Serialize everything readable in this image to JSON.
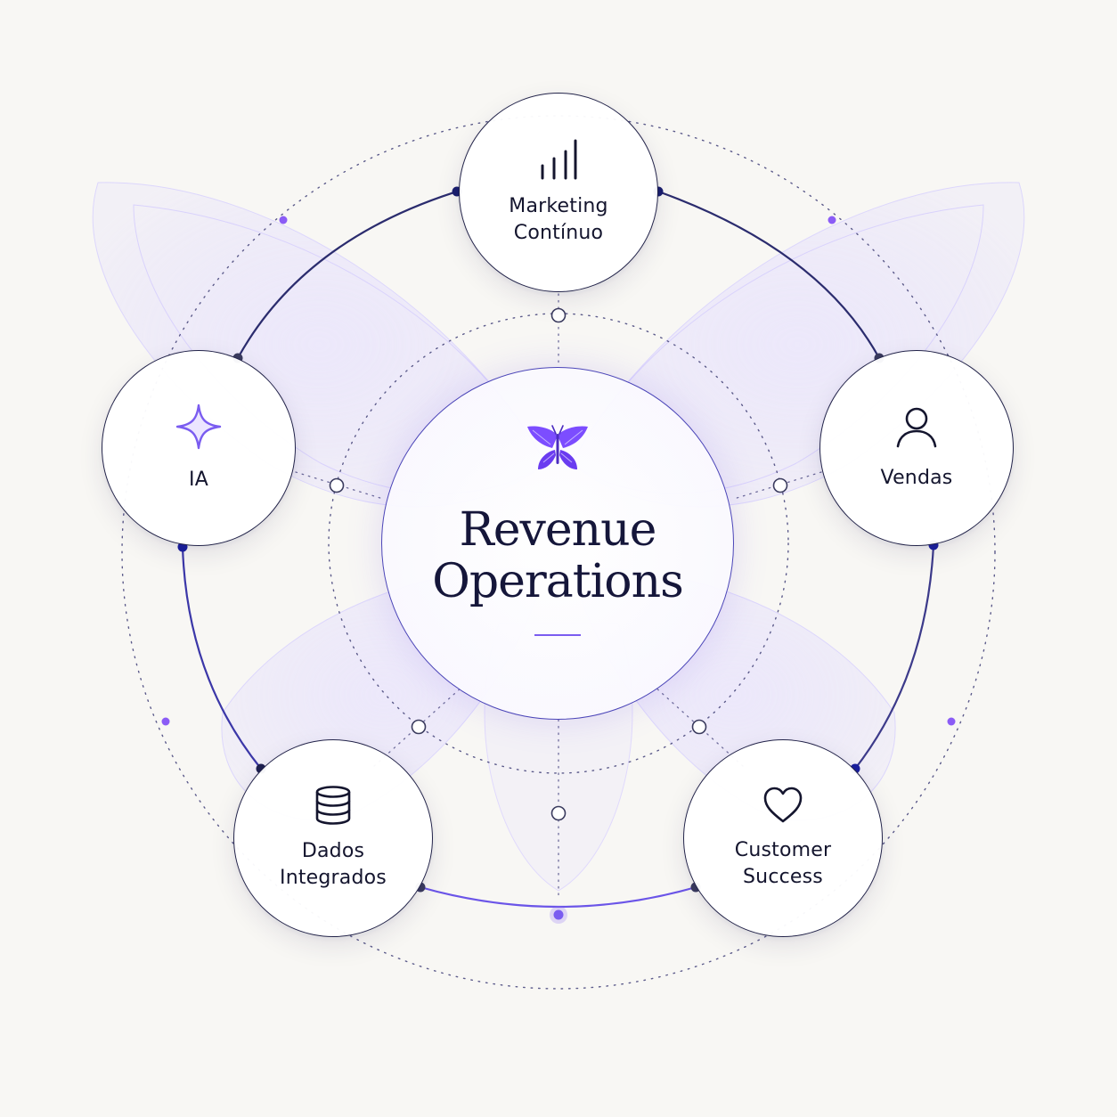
{
  "center": {
    "title_line1": "Revenue",
    "title_line2": "Operations"
  },
  "nodes": {
    "marketing": {
      "line1": "Marketing",
      "line2": "Contínuo",
      "icon": "bar-chart-icon"
    },
    "ia": {
      "line1": "IA",
      "icon": "sparkle-icon"
    },
    "vendas": {
      "line1": "Vendas",
      "icon": "user-icon"
    },
    "dados": {
      "line1": "Dados",
      "line2": "Integrados",
      "icon": "database-icon"
    },
    "cs": {
      "line1": "Customer",
      "line2": "Success",
      "icon": "heart-icon"
    }
  },
  "colors": {
    "background": "#f8f7f4",
    "ink": "#14152e",
    "accent": "#7a5cf0",
    "ring": "#4b45b8",
    "node_border": "#23244a"
  }
}
